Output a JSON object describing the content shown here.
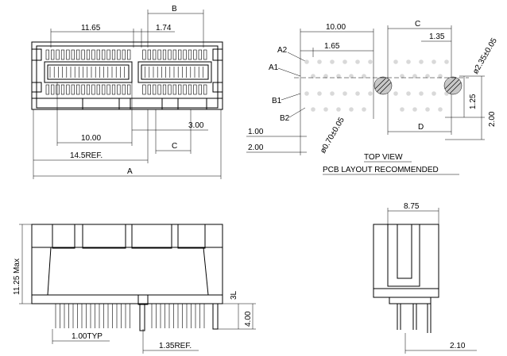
{
  "front_view": {
    "dims": {
      "d_11_65": "11.65",
      "d_1_74": "1.74",
      "d_B": "B",
      "d_10_00": "10.00",
      "d_3_00": "3.00",
      "d_C": "C",
      "d_14_5ref": "14.5REF.",
      "d_A": "A"
    }
  },
  "top_view": {
    "dims": {
      "d_10_00": "10.00",
      "d_1_65": "1.65",
      "d_C": "C",
      "d_1_35": "1.35",
      "d_dia_2_35": "ø2.35±0.05",
      "d_1_25": "1.25",
      "d_2_00_right": "2.00",
      "d_D": "D",
      "d_1_00": "1.00",
      "d_2_00_left": "2.00",
      "d_dia_0_70": "ø0.70±0.05"
    },
    "labels": {
      "a2": "A2",
      "a1": "A1",
      "b1": "B1",
      "b2": "B2"
    },
    "caption": "TOP  VIEW",
    "subcaption": "PCB  LAYOUT  RECOMMENDED"
  },
  "side_view": {
    "dims": {
      "d_11_25": "11.25  Max",
      "d_3l": "3L",
      "d_4_00": "4.00",
      "d_1_00typ": "1.00TYP",
      "d_1_35ref": "1.35REF."
    }
  },
  "end_view": {
    "dims": {
      "d_8_75": "8.75",
      "d_2_10": "2.10"
    }
  }
}
